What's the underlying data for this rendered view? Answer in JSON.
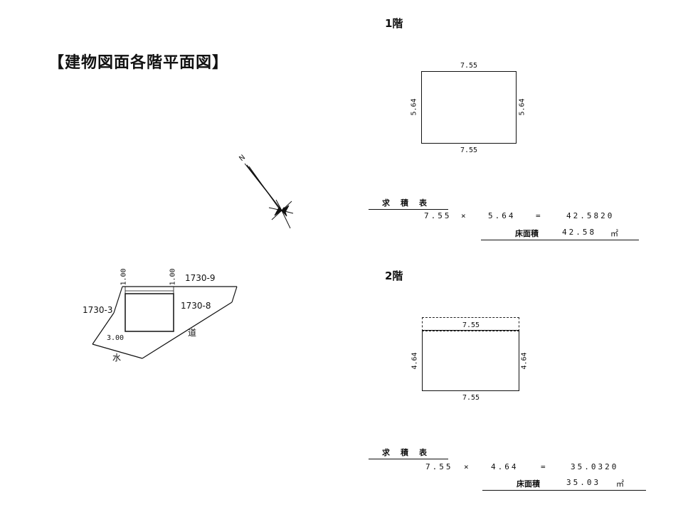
{
  "title": "【建物図面各階平面図】",
  "floor1": {
    "label": "1階",
    "top_dim": "7.55",
    "bottom_dim": "7.55",
    "left_dim": "5.64",
    "right_dim": "5.64",
    "table": {
      "header": "求　積　表",
      "width": "7.55",
      "times": "×",
      "depth": "5.64",
      "equals": "=",
      "product": "42.5820",
      "area_label": "床面積",
      "area_value": "42.58",
      "unit": "㎡"
    }
  },
  "floor2": {
    "label": "2階",
    "top_dim": "7.55",
    "bottom_dim": "7.55",
    "left_dim": "4.64",
    "right_dim": "4.64",
    "table": {
      "header": "求　積　表",
      "width": "7.55",
      "times": "×",
      "depth": "4.64",
      "equals": "=",
      "product": "35.0320",
      "area_label": "床面積",
      "area_value": "35.03",
      "unit": "㎡"
    }
  },
  "compass": {
    "north": "N",
    "icon": "compass-rose-icon"
  },
  "site": {
    "setback_left": "1.00",
    "setback_right": "1.00",
    "setback_bottom": "3.00",
    "lot_north": "1730-9",
    "lot_west": "1730-3",
    "lot_east": "1730-8",
    "road": "道",
    "water": "水"
  }
}
